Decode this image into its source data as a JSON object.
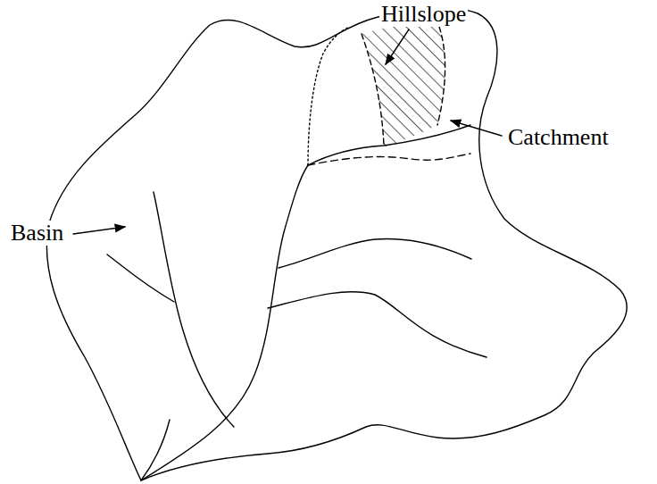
{
  "diagram": {
    "labels": [
      "Hillslope",
      "Catchment",
      "Basin"
    ]
  }
}
